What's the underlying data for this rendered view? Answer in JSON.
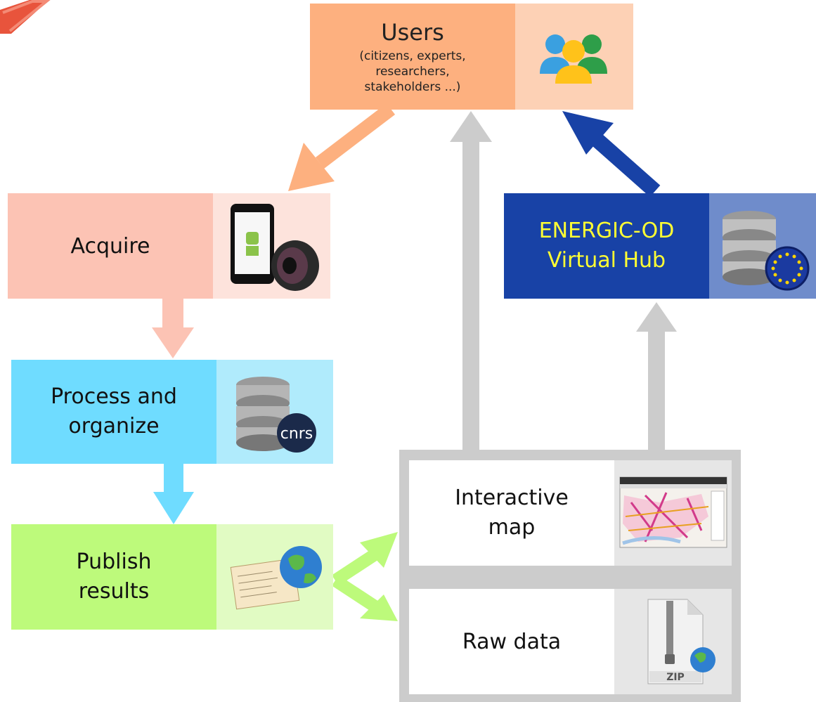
{
  "users": {
    "title": "Users",
    "subtitle": "(citizens, experts,\nresearchers,\nstakeholders ...)",
    "colors": {
      "main": "#fdb07f",
      "icon": "#fdd1b5"
    },
    "icon": "users-group-icon"
  },
  "acquire": {
    "label": "Acquire",
    "colors": {
      "main": "#fcc3b4",
      "icon": "#fde3dc"
    },
    "icons": [
      "android-phone-icon",
      "speaker-icon"
    ]
  },
  "process": {
    "label": "Process and\norganize",
    "colors": {
      "main": "#6fdcff",
      "icon": "#b0ebfc"
    },
    "icon": "cnrs-database-icon",
    "icon_text": "cnrs"
  },
  "publish": {
    "label": "Publish\nresults",
    "colors": {
      "main": "#bdfa7b",
      "icon": "#e1fbc3"
    },
    "icon": "metadata-card-globe-icon"
  },
  "hub": {
    "label": "ENERGIC-OD\nVirtual Hub",
    "colors": {
      "main": "#1842a6",
      "icon": "#6f8ccb",
      "text": "#ffff33"
    },
    "icon": "eu-database-icon"
  },
  "outputs": {
    "frame_color": "#cccccc",
    "interactive_map": {
      "label": "Interactive\nmap",
      "icon": "map-screenshot-icon"
    },
    "raw_data": {
      "label": "Raw data",
      "icon": "zip-file-icon",
      "icon_text": "ZIP"
    }
  },
  "arrow_colors": {
    "users_to_acquire": "#fdb07f",
    "acquire_to_process": "#fcc3b4",
    "process_to_publish": "#6fdcff",
    "publish_to_outputs": "#bdfa7b",
    "outputs_up": "#cccccc",
    "hub_to_users": "#1842a6"
  }
}
